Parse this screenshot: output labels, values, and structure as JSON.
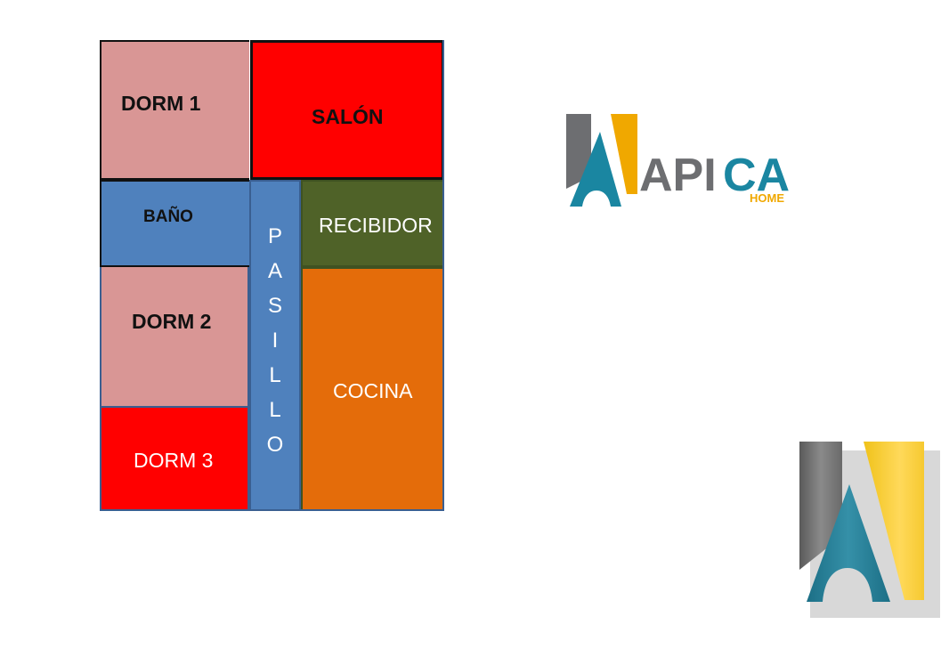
{
  "rooms": {
    "dorm1": "DORM 1",
    "salon": "SALÓN",
    "bano": "BAÑO",
    "pasillo": [
      "P",
      "A",
      "S",
      "I",
      "L",
      "L",
      "O"
    ],
    "recibidor": "RECIBIDOR",
    "dorm2": "DORM 2",
    "dorm3": "DORM 3",
    "cocina": "COCINA"
  },
  "logo": {
    "text_gray": "API",
    "text_teal": "CA",
    "sub": "HOME"
  },
  "colors": {
    "dorm": "#d99695",
    "salon": "#ff0000",
    "bano": "#4f81bd",
    "pasillo": "#4f81bd",
    "recibidor": "#4f6228",
    "dorm3": "#ff0000",
    "cocina": "#e46c0a",
    "logo_gray": "#6d6e71",
    "logo_yellow": "#f0a800",
    "logo_teal": "#1a86a1"
  }
}
